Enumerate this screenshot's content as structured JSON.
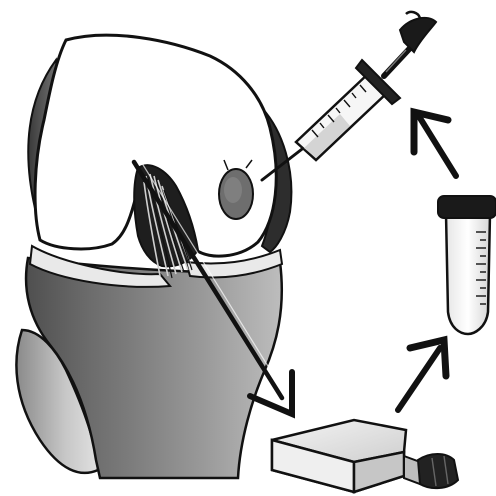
{
  "figure": {
    "description_labels": [],
    "elements": {
      "knee": "knee-joint",
      "syringe": "syringe-injection",
      "flask": "culture-flask",
      "tube": "centrifuge-tube",
      "arrow_to_flask": "down-right-arrow",
      "arrow_to_tube": "up-right-arrow",
      "arrow_to_syringe": "up-left-arrow"
    }
  }
}
